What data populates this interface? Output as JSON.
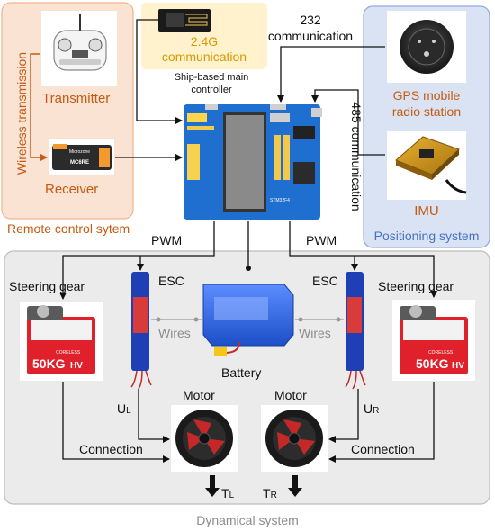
{
  "groups": {
    "remote_control": "Remote control sytem",
    "positioning": "Positioning system",
    "dynamical": "Dynamical system"
  },
  "labels": {
    "wireless_transmission": "Wireless transmission",
    "transmitter": "Transmitter",
    "receiver": "Receiver",
    "communication_24g_line1": "2.4G",
    "communication_24g_line2": "communication",
    "controller_line1": "Ship-based main",
    "controller_line2": "controller",
    "comm_232_line1": "232",
    "comm_232_line2": "communication",
    "gps_line1": "GPS mobile",
    "gps_line2": "radio station",
    "comm_485": "485 communication",
    "imu": "IMU",
    "pwm_left": "PWM",
    "pwm_right": "PWM",
    "steering_gear_left": "Steering gear",
    "steering_gear_right": "Steering gear",
    "esc_left": "ESC",
    "esc_right": "ESC",
    "wires_left": "Wires",
    "wires_right": "Wires",
    "battery": "Battery",
    "motor_left": "Motor",
    "motor_right": "Motor",
    "u_left": "U",
    "u_left_sub": "L",
    "u_right": "U",
    "u_right_sub": "R",
    "connection_left": "Connection",
    "connection_right": "Connection",
    "t_left": "T",
    "t_left_sub": "L",
    "t_right": "T",
    "t_right_sub": "R"
  },
  "device_text": {
    "receiver_brand": "Microzone",
    "receiver_model": "MC6RE",
    "board_model": "STM32F4",
    "servo_rating": "50KG",
    "servo_hv": "HV",
    "servo_brand": "CORELESS"
  },
  "colors": {
    "remote_fill": "#fbe3d4",
    "remote_border": "#f0b48c",
    "remote_text": "#c55a11",
    "positioning_fill": "#dae3f3",
    "positioning_border": "#8faadc",
    "positioning_text": "#4472c4",
    "dynamical_fill": "#ebebeb",
    "dynamical_border": "#bdbdbd",
    "comm_fill": "#fff2cc",
    "comm_text": "#d89a00",
    "board_blue": "#1e6fd0",
    "servo_red": "#e0202a",
    "battery_blue": "#2a63d8",
    "esc_blue": "#1f3fb5"
  }
}
